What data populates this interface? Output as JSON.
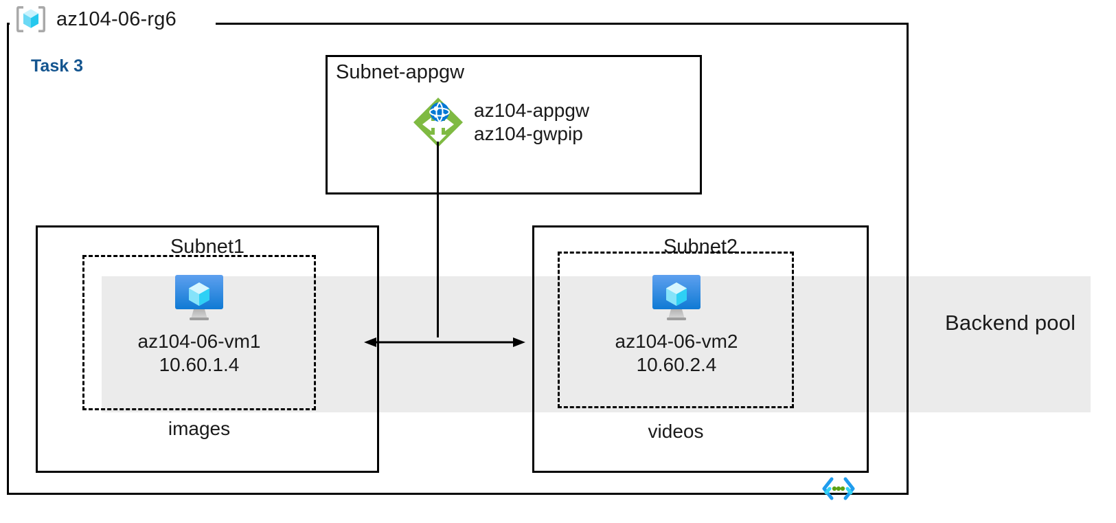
{
  "resource_group": {
    "name": "az104-06-rg6",
    "icon": "azure-resource-group-icon"
  },
  "task": {
    "label": "Task 3",
    "color": "#14558f"
  },
  "backend_pool": {
    "label": "Backend pool",
    "band_color": "#ebebeb"
  },
  "subnets": [
    {
      "name": "Subnet-appgw",
      "title_align": "left",
      "resources": [
        {
          "icon": "application-gateway-icon",
          "labels": [
            "az104-appgw",
            "az104-gwpip"
          ]
        }
      ]
    },
    {
      "name": "Subnet1",
      "title_align": "center",
      "vm": {
        "icon": "virtual-machine-icon",
        "name": "az104-06-vm1",
        "ip": "10.60.1.4"
      },
      "storage_label": "images"
    },
    {
      "name": "Subnet2",
      "title_align": "center",
      "vm": {
        "icon": "virtual-machine-icon",
        "name": "az104-06-vm2",
        "ip": "10.60.2.4"
      },
      "storage_label": "videos"
    }
  ],
  "connectors": {
    "appgw_to_bus": "vertical-line",
    "subnet1_to_subnet2": "double-headed-arrow"
  },
  "footer_icon": "code-brackets-icon"
}
